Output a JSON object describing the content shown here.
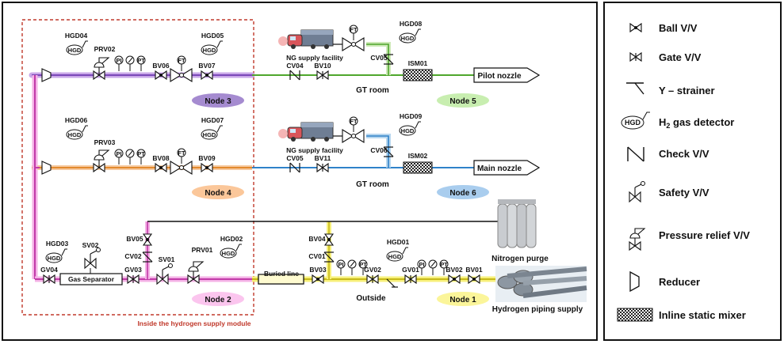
{
  "nodes": {
    "n1": "Node 1",
    "n2": "Node 2",
    "n3": "Node 3",
    "n4": "Node 4",
    "n5": "Node 5",
    "n6": "Node 6"
  },
  "colors": {
    "node1": "#fbf59a",
    "node2": "#fbc5ee",
    "node3": "#a58bd0",
    "node4": "#fbc79a",
    "node5": "#c8eeb0",
    "node6": "#a9cdee",
    "module_border": "#c0392b"
  },
  "valves": {
    "BV01": "BV01",
    "BV02": "BV02",
    "BV03": "BV03",
    "BV04": "BV04",
    "BV05": "BV05",
    "BV06": "BV06",
    "BV07": "BV07",
    "BV08": "BV08",
    "BV09": "BV09",
    "BV10": "BV10",
    "BV11": "BV11",
    "GV01": "GV01",
    "GV02": "GV02",
    "GV03": "GV03",
    "GV04": "GV04",
    "CV01": "CV01",
    "CV02": "CV02",
    "CV04": "CV04",
    "CV05a": "CV05",
    "CV05b": "CV05",
    "CV06": "CV06",
    "SV01": "SV01",
    "SV02": "SV02",
    "PRV01": "PRV01",
    "PRV02": "PRV02",
    "PRV03": "PRV03"
  },
  "detectors": {
    "HGD01": "HGD01",
    "HGD02": "HGD02",
    "HGD03": "HGD03",
    "HGD04": "HGD04",
    "HGD05": "HGD05",
    "HGD06": "HGD06",
    "HGD07": "HGD07",
    "HGD08": "HGD08",
    "HGD09": "HGD09",
    "symbol": "HGD"
  },
  "mixers": {
    "ISM01": "ISM01",
    "ISM02": "ISM02"
  },
  "instruments": {
    "PI": "PI",
    "PT": "PT",
    "FT": "FT"
  },
  "labels": {
    "ng_supply": "NG supply facility",
    "gt_room": "GT room",
    "pilot_nozzle": "Pilot nozzle",
    "main_nozzle": "Main nozzle",
    "gas_separator": "Gas Separator",
    "buried_line": "Buried line",
    "outside": "Outside",
    "nitrogen_purge": "Nitrogen purge",
    "hydrogen_supply": "Hydrogen piping supply",
    "module": "Inside the hydrogen supply module"
  },
  "legend": {
    "ball": "Ball V/V",
    "gate": "Gate V/V",
    "ystrainer": "Y – strainer",
    "h2_prefix": "H",
    "h2_sub": "2",
    "h2_suffix": " gas detector",
    "check": "Check V/V",
    "safety": "Safety V/V",
    "prv": "Pressure relief V/V",
    "reducer": "Reducer",
    "mixer": "Inline static mixer"
  }
}
